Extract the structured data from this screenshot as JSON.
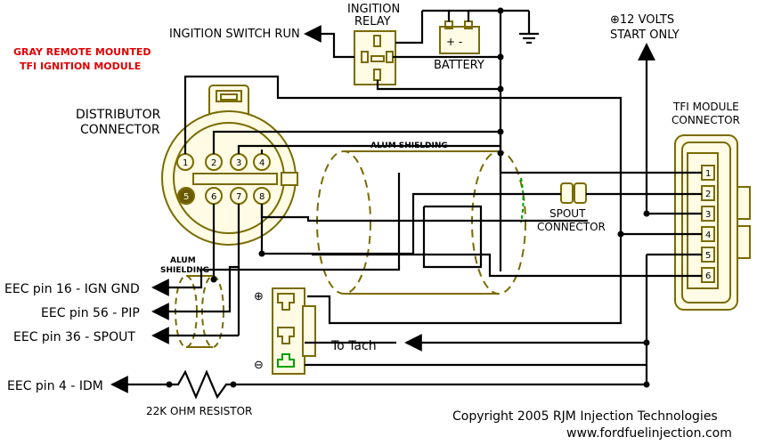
{
  "labels": {
    "ignition_switch_run": "INGITION SWITCH RUN",
    "ignition_relay_1": "INGITION",
    "ignition_relay_2": "RELAY",
    "battery": "BATTERY",
    "battery_terminals": "+ -",
    "twelve_volts_1": "⊕12 VOLTS",
    "twelve_volts_2": "START ONLY",
    "gray_remote_1": "GRAY REMOTE MOUNTED",
    "gray_remote_2": "TFI IGNITION MODULE",
    "distributor_1": "DISTRIBUTOR",
    "distributor_2": "CONNECTOR",
    "alum_shielding_top": "ALUM SHIELDING",
    "alum_shielding_left_1": "ALUM",
    "alum_shielding_left_2": "SHIELDING",
    "tfi_connector_1": "TFI MODULE",
    "tfi_connector_2": "CONNECTOR",
    "spout_connector_1": "SPOUT",
    "spout_connector_2": "CONNECTOR",
    "eec_ign_gnd": "EEC pin 16 - IGN GND",
    "eec_pip": "EEC pin 56 - PIP",
    "eec_spout": "EEC pin 36 - SPOUT",
    "eec_idm": "EEC pin 4 - IDM",
    "to_tach": "To Tach",
    "resistor": "22K OHM RESISTOR",
    "coil_plus": "⊕",
    "coil_minus": "⊖",
    "copyright": "Copyright 2005  RJM Injection Technologies",
    "website": "www.fordfuelinjection.com"
  },
  "distributor_pins": [
    "1",
    "2",
    "3",
    "4",
    "5",
    "6",
    "7",
    "8"
  ],
  "tfi_pins": [
    "1",
    "2",
    "3",
    "4",
    "5",
    "6"
  ],
  "colors": {
    "wire": "#000000",
    "connector_outline": "#7a6b00",
    "connector_fill": "#fffbe4",
    "shield_dash": "#7a6b00",
    "note_red": "#e00000"
  }
}
